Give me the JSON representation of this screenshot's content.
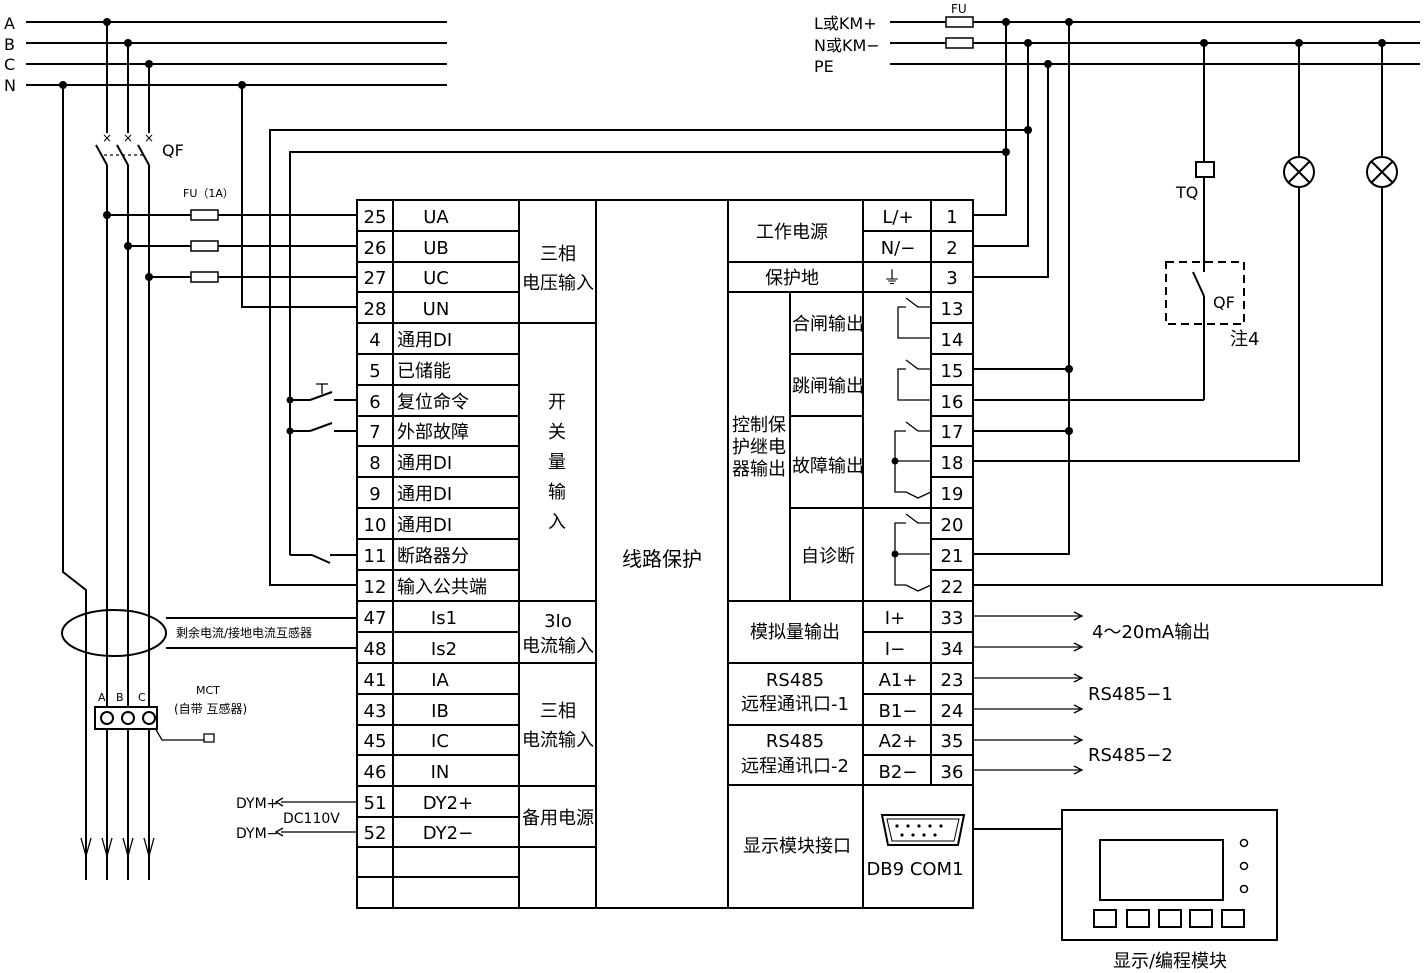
{
  "bus_left": {
    "a": "A",
    "b": "B",
    "c": "C",
    "n": "N"
  },
  "bus_right": {
    "l": "L或KM+",
    "n": "N或KM−",
    "pe": "PE",
    "fu": "FU"
  },
  "qf_label": "QF",
  "fu_1a": "FU（1A）",
  "tq": "TQ",
  "qf2": "QF",
  "note4": "注4",
  "center": "线路保护",
  "left_rows": [
    {
      "num": "25",
      "sig": "UA"
    },
    {
      "num": "26",
      "sig": "UB"
    },
    {
      "num": "27",
      "sig": "UC"
    },
    {
      "num": "28",
      "sig": "UN"
    },
    {
      "num": "4",
      "sig": "通用DI"
    },
    {
      "num": "5",
      "sig": "已储能"
    },
    {
      "num": "6",
      "sig": "复位命令"
    },
    {
      "num": "7",
      "sig": "外部故障"
    },
    {
      "num": "8",
      "sig": "通用DI"
    },
    {
      "num": "9",
      "sig": "通用DI"
    },
    {
      "num": "10",
      "sig": "通用DI"
    },
    {
      "num": "11",
      "sig": "断路器分"
    },
    {
      "num": "12",
      "sig": "输入公共端"
    },
    {
      "num": "47",
      "sig": "Is1"
    },
    {
      "num": "48",
      "sig": "Is2"
    },
    {
      "num": "41",
      "sig": "IA"
    },
    {
      "num": "43",
      "sig": "IB"
    },
    {
      "num": "45",
      "sig": "IC"
    },
    {
      "num": "46",
      "sig": "IN"
    },
    {
      "num": "51",
      "sig": "DY2+"
    },
    {
      "num": "52",
      "sig": "DY2−"
    }
  ],
  "left_groups": {
    "g_voltage": [
      "三相",
      "电压输入"
    ],
    "g_switch": [
      "开",
      "关",
      "量",
      "输",
      "入"
    ],
    "g_3io": [
      "3Io",
      "电流输入"
    ],
    "g_current": [
      "三相",
      "电流输入"
    ],
    "g_backup": "备用电源"
  },
  "right_rows": [
    {
      "num": "1",
      "sym": "L/+"
    },
    {
      "num": "2",
      "sym": "N/−"
    },
    {
      "num": "3",
      "sym": "⏚"
    },
    {
      "num": "13"
    },
    {
      "num": "14"
    },
    {
      "num": "15"
    },
    {
      "num": "16"
    },
    {
      "num": "17"
    },
    {
      "num": "18"
    },
    {
      "num": "19"
    },
    {
      "num": "20"
    },
    {
      "num": "21"
    },
    {
      "num": "22"
    },
    {
      "num": "33",
      "sym": "I+"
    },
    {
      "num": "34",
      "sym": "I−"
    },
    {
      "num": "23",
      "sym": "A1+"
    },
    {
      "num": "24",
      "sym": "B1−"
    },
    {
      "num": "35",
      "sym": "A2+"
    },
    {
      "num": "36",
      "sym": "B2−"
    }
  ],
  "right_groups": {
    "work_power": "工作电源",
    "prot_ground": "保护地",
    "relay_out": [
      "控制保",
      "护继电",
      "器输出"
    ],
    "close_out": "合闸输出",
    "trip_out": "跳闸输出",
    "fault_out": "故障输出",
    "self_diag": "自诊断",
    "analog_out": "模拟量输出",
    "rs485_1": [
      "RS485",
      "远程通讯口-1"
    ],
    "rs485_2": [
      "RS485",
      "远程通讯口-2"
    ],
    "display_if": "显示模块接口",
    "db9": "DB9 COM1"
  },
  "outputs": {
    "ma": "4～20mA输出",
    "rs1": "RS485−1",
    "rs2": "RS485−2"
  },
  "residual_ct": "剩余电流/接地电流互感器",
  "mct": {
    "title": "MCT",
    "sub": "(自带 互感器)",
    "a": "A",
    "b": "B",
    "c": "C"
  },
  "dc": {
    "dym_plus": "DYM+",
    "dym_minus": "DYM−",
    "dc110": "DC110V"
  },
  "module_label": "显示/编程模块"
}
